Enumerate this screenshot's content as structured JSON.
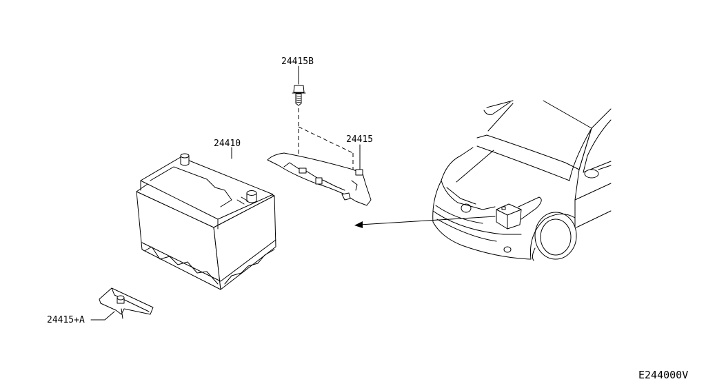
{
  "labels": {
    "bolt": "24415B",
    "bracket": "24415",
    "battery": "24410",
    "hold_down": "24415+A"
  },
  "figure_code": "E244000V"
}
